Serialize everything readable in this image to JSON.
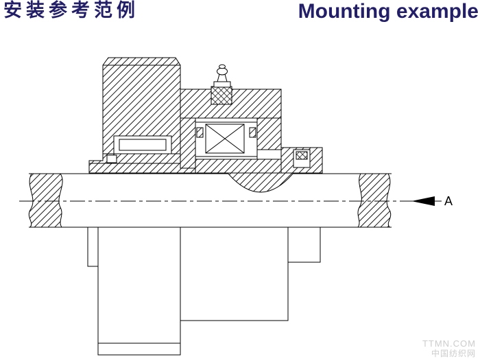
{
  "header": {
    "title_zh": "安装参考范例",
    "title_en": "Mounting example"
  },
  "diagram": {
    "section_arrow_label": "A"
  },
  "watermark": {
    "line1": "TTMN.COM",
    "line2": "中国纺织网"
  },
  "colors": {
    "title": "#221e68",
    "line": "#000000",
    "watermark": "#cccccc"
  }
}
